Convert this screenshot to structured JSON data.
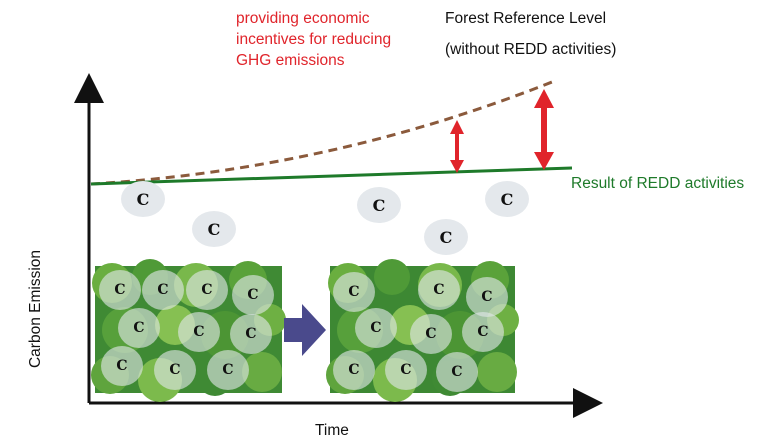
{
  "labels": {
    "incentive_line1": "providing economic",
    "incentive_line2": "incentives for reducing",
    "incentive_line3": "GHG emissions",
    "reference_line1": "Forest Reference Level",
    "reference_line2": "(without REDD activities)",
    "result": "Result of REDD activities",
    "x_axis": "Time",
    "y_axis": "Carbon Emission"
  },
  "carbon_symbol": "C",
  "colors": {
    "reference_curve": "#8b5a3c",
    "result_line": "#1e7a2a",
    "arrow": "#e0242b",
    "incentive_text": "#e0242b",
    "bubble": "#e4e8ec",
    "transition_arrow": "#4a4a8c"
  }
}
